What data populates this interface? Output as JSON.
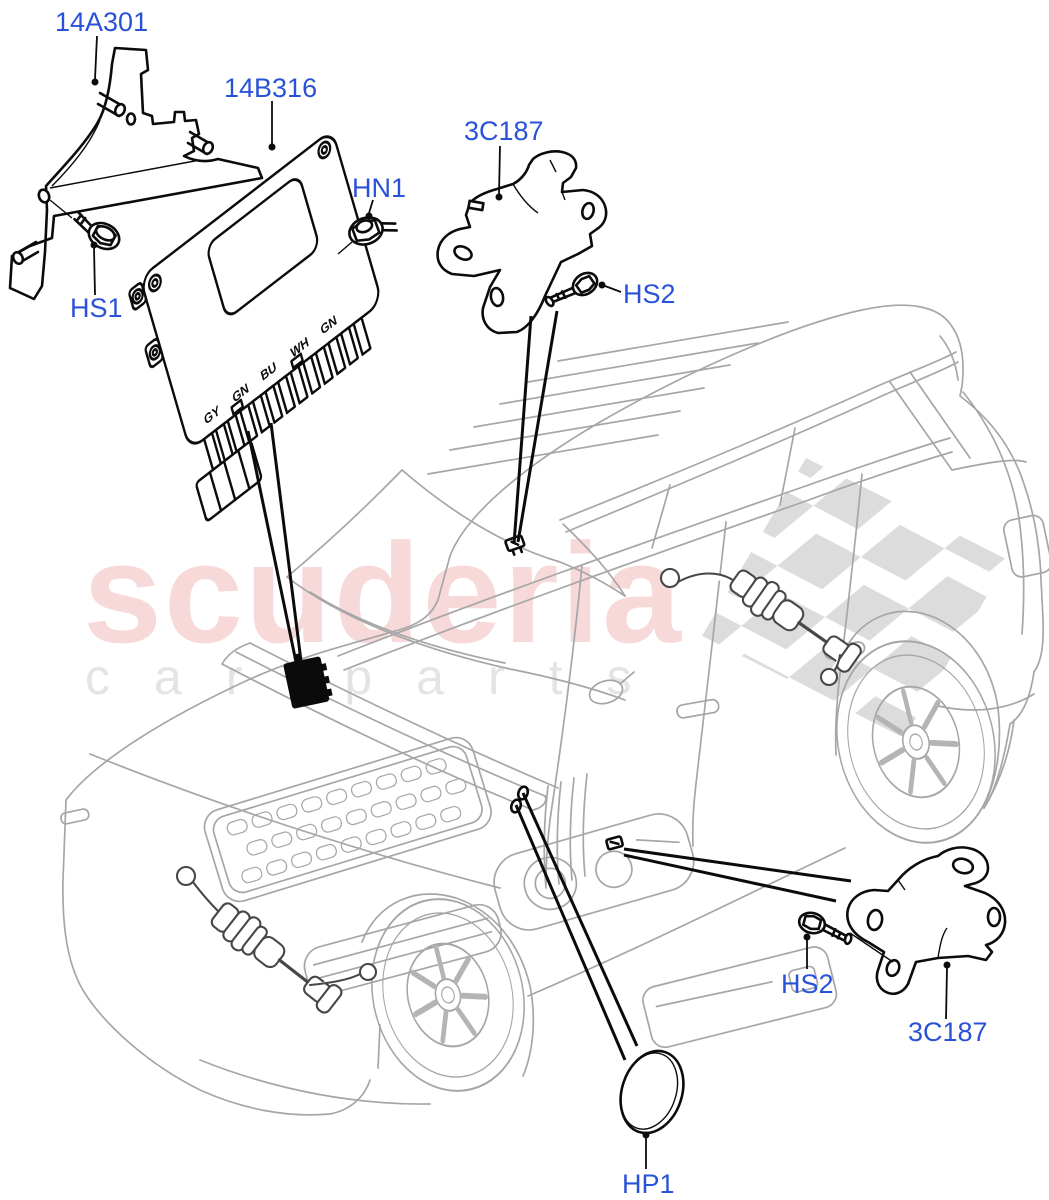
{
  "watermark": {
    "primary": "scuderia",
    "secondary": "car parts"
  },
  "callouts": {
    "bracket_14a301": "14A301",
    "module_14b316": "14B316",
    "nut_hn1": "HN1",
    "screw_hs1": "HS1",
    "bracket_3c187_top": "3C187",
    "screw_hs2_top": "HS2",
    "screw_hs2_bottom": "HS2",
    "bracket_3c187_bottom": "3C187",
    "grommet_hp1": "HP1"
  },
  "ecu_connector_labels": [
    "GY",
    "GN",
    "BU",
    "WH",
    "GN"
  ],
  "colors": {
    "callout_blue": "#2A52D8",
    "watermark_pink": "#F8D9D9",
    "watermark_gray": "#E4E4E4",
    "car_line_gray": "#A6A6A8",
    "sensor_dark": "#47474A",
    "checker_gray": "#DCDCDC",
    "part_black": "#0B0B0B"
  }
}
